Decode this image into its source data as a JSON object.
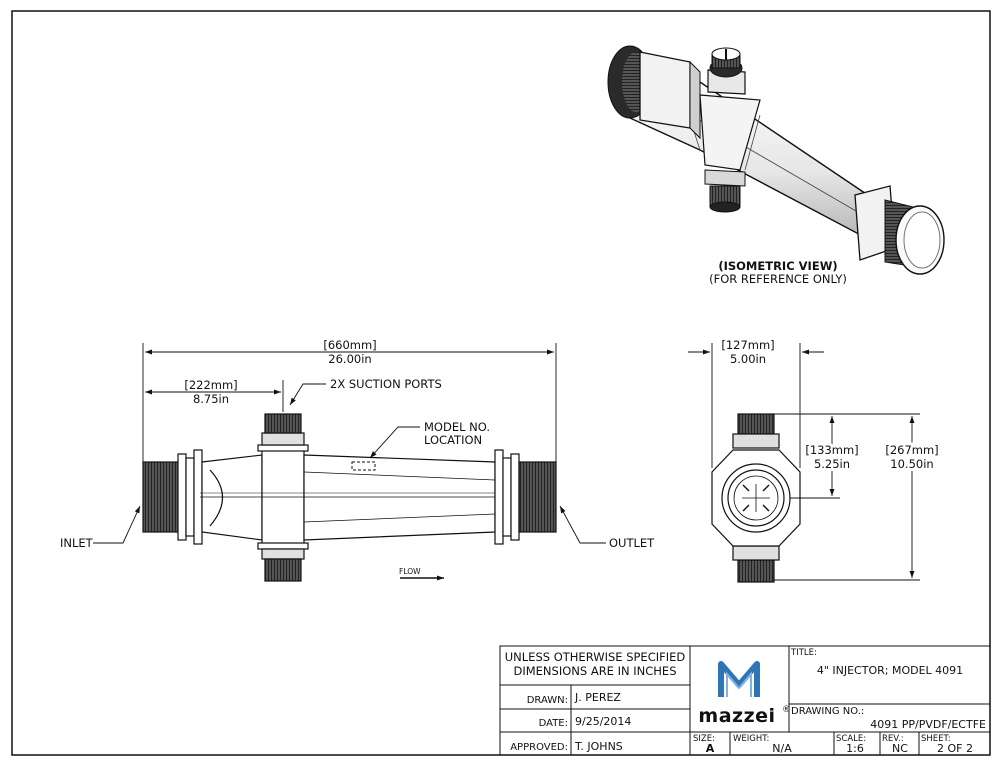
{
  "isometric": {
    "title": "(ISOMETRIC VIEW)",
    "subtitle": "(FOR REFERENCE ONLY)"
  },
  "front_view": {
    "overall_length_mm": "[660mm]",
    "overall_length_in": "26.00in",
    "port_offset_mm": "[222mm]",
    "port_offset_in": "8.75in",
    "suction_ports_note": "2X SUCTION PORTS",
    "model_no_note_line1": "MODEL NO.",
    "model_no_note_line2": "LOCATION",
    "inlet_label": "INLET",
    "outlet_label": "OUTLET",
    "flow_label": "FLOW"
  },
  "end_view": {
    "width_mm": "[127mm]",
    "width_in": "5.00in",
    "center_height_mm": "[133mm]",
    "center_height_in": "5.25in",
    "overall_height_mm": "[267mm]",
    "overall_height_in": "10.50in"
  },
  "title_block": {
    "tolerance_line1": "UNLESS OTHERWISE SPECIFIED",
    "tolerance_line2": "DIMENSIONS ARE IN INCHES",
    "drawn_label": "DRAWN:",
    "drawn_value": "J. PEREZ",
    "date_label": "DATE:",
    "date_value": "9/25/2014",
    "approved_label": "APPROVED:",
    "approved_value": "T. JOHNS",
    "logo_text": "mazzei",
    "logo_mark": "®",
    "title_label": "TITLE:",
    "title_value": "4\" INJECTOR; MODEL 4091",
    "drawing_no_label": "DRAWING NO.:",
    "drawing_no_value": "4091 PP/PVDF/ECTFE",
    "size_label": "SIZE:",
    "size_value": "A",
    "weight_label": "WEIGHT:",
    "weight_value": "N/A",
    "scale_label": "SCALE:",
    "scale_value": "1:6",
    "rev_label": "REV.:",
    "rev_value": "NC",
    "sheet_label": "SHEET:",
    "sheet_value": "2 OF 2"
  },
  "colors": {
    "line": "#111111",
    "logo_blue": "#2f74b5",
    "logo_light": "#7fb2e3"
  }
}
